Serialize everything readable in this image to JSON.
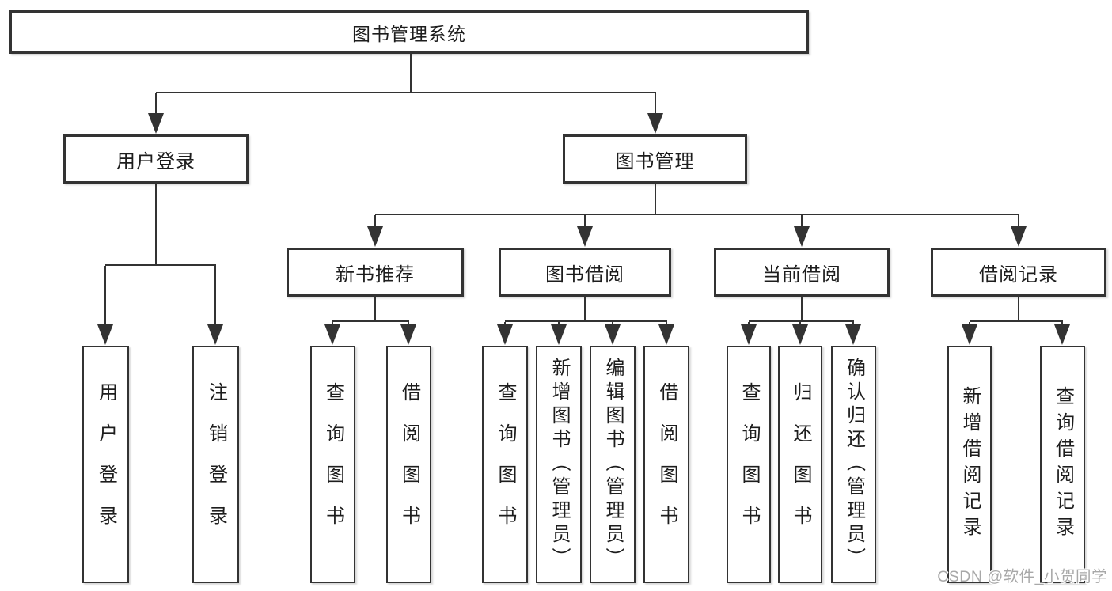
{
  "tree": {
    "root": "图书管理系统",
    "branches": [
      {
        "label": "用户登录",
        "children": [
          "用户登录",
          "注销登录"
        ]
      },
      {
        "label": "图书管理",
        "children": [
          {
            "label": "新书推荐",
            "children": [
              "查询图书",
              "借阅图书"
            ]
          },
          {
            "label": "图书借阅",
            "children": [
              "查询图书",
              "新增图书（管理员）",
              "编辑图书（管理员）",
              "借阅图书"
            ]
          },
          {
            "label": "当前借阅",
            "children": [
              "查询图书",
              "归还图书",
              "确认归还（管理员）"
            ]
          },
          {
            "label": "借阅记录",
            "children": [
              "新增借阅记录",
              "查询借阅记录"
            ]
          }
        ]
      }
    ]
  },
  "watermark": "CSDN @软件_小贺同学",
  "colors": {
    "line": "#333333",
    "text": "#1d1d1d",
    "watermark": "#a8a8a8",
    "background": "#ffffff"
  }
}
